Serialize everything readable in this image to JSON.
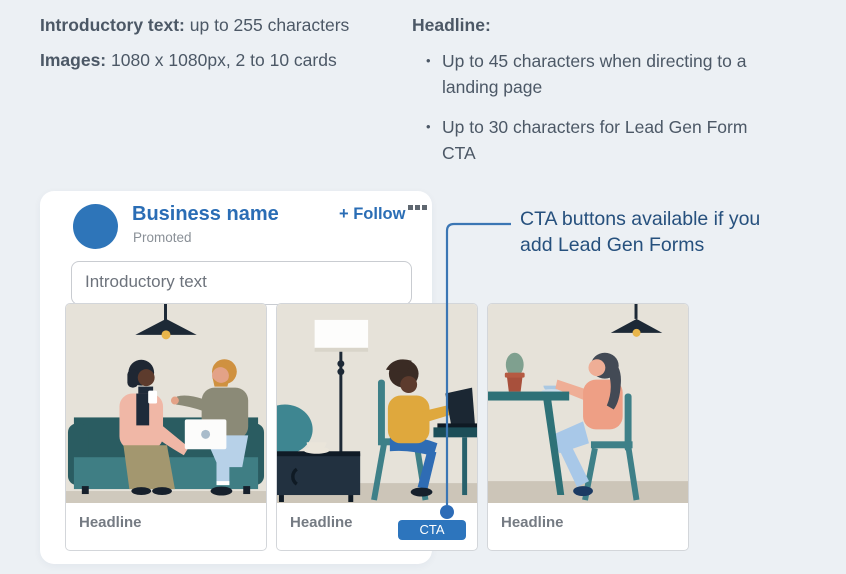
{
  "colors": {
    "page_bg": "#ecf0f4",
    "accent_blue": "#2e75b9",
    "link_blue": "#2a6db5",
    "cta_bg": "#2d75bd",
    "annotation_line": "#3b76b4",
    "annotation_dot": "#2d6cb7",
    "annotation_text": "#26507d",
    "spec_text": "#4c5866",
    "muted_text": "#6d737c"
  },
  "specs": {
    "intro": {
      "label": "Introductory text:",
      "value": "up to 255 characters"
    },
    "images": {
      "label": "Images:",
      "value": "1080 x 1080px, 2 to 10 cards"
    },
    "headline": {
      "label": "Headline:",
      "bullets": [
        "Up to 45 characters when directing to a landing page",
        "Up to 30 characters for Lead Gen Form CTA"
      ]
    }
  },
  "ad_preview": {
    "business_name": "Business name",
    "promoted": "Promoted",
    "follow": "+ Follow",
    "intro_placeholder": "Introductory text",
    "cards": [
      {
        "headline": "Headline",
        "illustration": "two-people-chatting-on-sofa"
      },
      {
        "headline": "Headline",
        "illustration": "person-working-at-desk-with-laptop",
        "cta": "CTA"
      },
      {
        "headline": "Headline",
        "illustration": "person-at-table-with-drink"
      }
    ]
  },
  "annotation": {
    "line1": "CTA buttons available if you",
    "line2": "add Lead Gen Forms"
  },
  "icons": {
    "overflow_menu": "ellipsis-icon",
    "bullet": "•"
  }
}
